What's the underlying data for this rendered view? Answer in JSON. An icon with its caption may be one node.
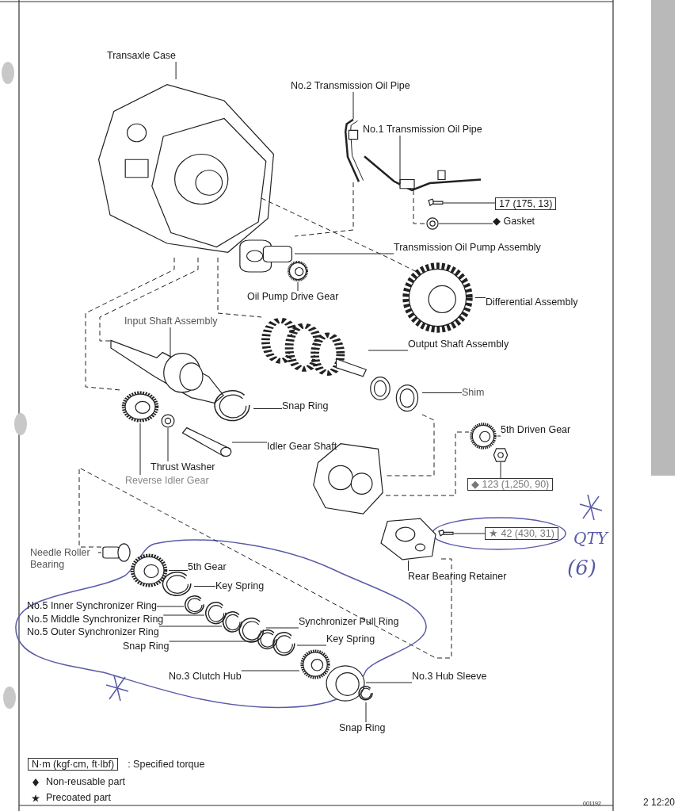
{
  "diagram": {
    "nodes": [
      {
        "text": [
          "Transaxle Case"
        ]
      },
      {
        "text": [],
        "shape": "picture"
      },
      {
        "text": [
          "No.2 Transmission Oil Pipe"
        ]
      },
      {
        "text": [],
        "shape": "picture"
      },
      {
        "text": [
          "No.1 Transmission Oil Pipe"
        ]
      },
      {
        "text": [],
        "shape": "picture"
      },
      {
        "text": [
          "17 (175, 13)"
        ]
      },
      {
        "text": [],
        "shape": "picture"
      },
      {
        "text": [
          "◆ Gasket"
        ]
      },
      {
        "text": [],
        "shape": "picture"
      },
      {
        "text": [
          "Transmission Oil Pump Assembly"
        ]
      },
      {
        "text": [],
        "shape": "picture"
      },
      {
        "text": [
          "Oil Pump Drive Gear"
        ]
      },
      {
        "text": [],
        "shape": "picture"
      },
      {
        "text": [
          "Differential Assembly"
        ]
      },
      {
        "text": [],
        "shape": "picture"
      },
      {
        "text": [
          "Input Shaft Assembly"
        ]
      },
      {
        "text": [],
        "shape": "picture"
      },
      {
        "text": [
          "Output Shaft Assembly"
        ]
      },
      {
        "text": [],
        "shape": "picture"
      },
      {
        "text": [
          "Shim"
        ]
      },
      {
        "text": [],
        "shape": "picture"
      },
      {
        "text": [
          "Snap Ring"
        ]
      },
      {
        "text": [],
        "shape": "picture"
      },
      {
        "text": [
          "Idler Gear Shaft"
        ]
      },
      {
        "text": [],
        "shape": "picture"
      },
      {
        "text": [
          "Thrust Washer"
        ]
      },
      {
        "text": [],
        "shape": "picture"
      },
      {
        "text": [
          "Reverse Idler Gear"
        ]
      },
      {
        "text": [],
        "shape": "picture"
      },
      {
        "text": [],
        "shape": "picture"
      },
      {
        "text": [
          "5th Driven Gear"
        ]
      },
      {
        "text": [],
        "shape": "picture"
      },
      {
        "text": [
          "◆ 123 (1,250, 90)"
        ]
      },
      {
        "text": [],
        "shape": "picture"
      },
      {
        "text": [
          "★ 42 (430, 31)"
        ]
      },
      {
        "text": [],
        "shape": "picture"
      },
      {
        "text": [
          "Rear Bearing Retainer"
        ]
      },
      {
        "text": [],
        "shape": "picture"
      },
      {
        "text": [
          "Needle Roller Bearing"
        ]
      },
      {
        "text": [],
        "shape": "picture"
      },
      {
        "text": [
          "5th Gear"
        ]
      },
      {
        "text": [],
        "shape": "picture"
      },
      {
        "text": [
          "Key Spring"
        ]
      },
      {
        "text": [],
        "shape": "picture"
      },
      {
        "text": [
          "No.5 Inner Synchronizer Ring"
        ]
      },
      {
        "text": [],
        "shape": "picture"
      },
      {
        "text": [
          "No.5 Middle Synchronizer Ring"
        ]
      },
      {
        "text": [],
        "shape": "picture"
      },
      {
        "text": [
          "No.5 Outer Synchronizer Ring"
        ]
      },
      {
        "text": [],
        "shape": "picture"
      },
      {
        "text": [
          "Synchronizer Pull Ring"
        ]
      },
      {
        "text": [],
        "shape": "picture"
      },
      {
        "text": [
          "Snap Ring"
        ]
      },
      {
        "text": [],
        "shape": "picture"
      },
      {
        "text": [
          "Key Spring"
        ]
      },
      {
        "text": [],
        "shape": "picture"
      },
      {
        "text": [
          "No.3 Clutch Hub"
        ]
      },
      {
        "text": [],
        "shape": "picture"
      },
      {
        "text": [
          "No.3 Hub Sleeve"
        ]
      },
      {
        "text": [],
        "shape": "picture"
      },
      {
        "text": [
          "Snap Ring"
        ]
      },
      {
        "text": [],
        "shape": "picture"
      }
    ],
    "edges": [
      {
        "from": 0,
        "to": 1,
        "arrow": "none"
      },
      {
        "from": 2,
        "to": 3,
        "arrow": "none"
      },
      {
        "from": 4,
        "to": 5,
        "arrow": "none"
      },
      {
        "from": 6,
        "to": 7,
        "arrow": "none"
      },
      {
        "from": 8,
        "to": 9,
        "arrow": "none"
      },
      {
        "from": 10,
        "to": 11,
        "arrow": "none"
      },
      {
        "from": 12,
        "to": 13,
        "arrow": "none"
      },
      {
        "from": 14,
        "to": 15,
        "arrow": "none"
      },
      {
        "from": 16,
        "to": 17,
        "arrow": "none"
      },
      {
        "from": 18,
        "to": 19,
        "arrow": "none"
      },
      {
        "from": 20,
        "to": 21,
        "arrow": "none"
      },
      {
        "from": 22,
        "to": 23,
        "arrow": "none"
      },
      {
        "from": 24,
        "to": 25,
        "arrow": "none"
      },
      {
        "from": 26,
        "to": 27,
        "arrow": "none"
      },
      {
        "from": 28,
        "to": 29,
        "arrow": "none"
      },
      {
        "from": 31,
        "to": 32,
        "arrow": "none"
      },
      {
        "from": 33,
        "to": 34,
        "arrow": "none"
      },
      {
        "from": 35,
        "to": 36,
        "arrow": "none"
      },
      {
        "from": 37,
        "to": 38,
        "arrow": "none"
      },
      {
        "from": 39,
        "to": 40,
        "arrow": "none"
      },
      {
        "from": 41,
        "to": 42,
        "arrow": "none"
      },
      {
        "from": 43,
        "to": 44,
        "arrow": "none"
      },
      {
        "from": 45,
        "to": 46,
        "arrow": "none"
      },
      {
        "from": 47,
        "to": 48,
        "arrow": "none"
      },
      {
        "from": 49,
        "to": 50,
        "arrow": "none"
      },
      {
        "from": 51,
        "to": 52,
        "arrow": "none"
      },
      {
        "from": 53,
        "to": 54,
        "arrow": "none"
      },
      {
        "from": 55,
        "to": 56,
        "arrow": "none"
      },
      {
        "from": 57,
        "to": 58,
        "arrow": "none"
      },
      {
        "from": 59,
        "to": 60,
        "arrow": "none"
      },
      {
        "from": 61,
        "to": 62,
        "arrow": "none"
      },
      {
        "from": 1,
        "to": 29,
        "arrow": "none",
        "style": "dashed"
      },
      {
        "from": 1,
        "to": 17,
        "arrow": "none",
        "style": "dashed"
      },
      {
        "from": 1,
        "to": 19,
        "arrow": "none",
        "style": "dashed"
      },
      {
        "from": 1,
        "to": 15,
        "arrow": "none",
        "style": "dashed"
      },
      {
        "from": 3,
        "to": 11,
        "arrow": "none",
        "style": "dashed"
      },
      {
        "from": 5,
        "to": 9,
        "arrow": "none",
        "style": "dashed"
      },
      {
        "from": 21,
        "to": 30,
        "arrow": "none",
        "style": "dashed"
      },
      {
        "from": 30,
        "to": 32,
        "arrow": "none",
        "style": "dashed"
      },
      {
        "from": 40,
        "to": 38,
        "arrow": "none",
        "style": "dashed"
      }
    ],
    "labels": [
      "N·m (kgf·cm, ft·lbf)",
      "QTY",
      "(6)",
      "001192",
      "2 12:20"
    ],
    "legend": [
      {
        "text": ": Specified torque"
      },
      {
        "text": "Non-reusable part"
      },
      {
        "text": "Precoated part"
      }
    ]
  }
}
